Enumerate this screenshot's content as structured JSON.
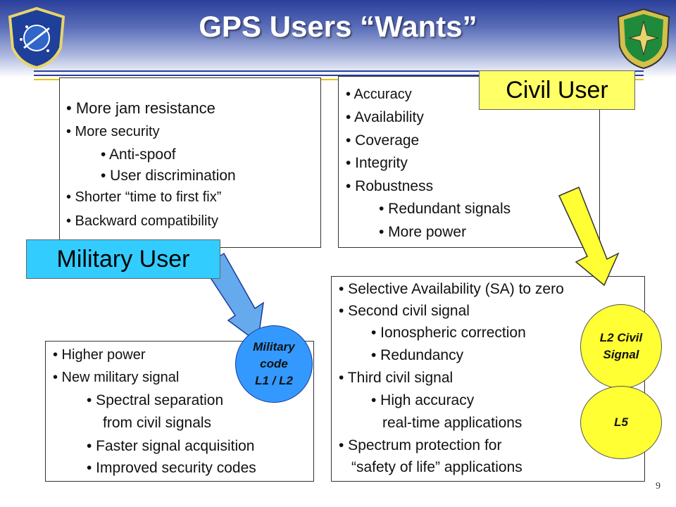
{
  "title": "GPS Users “Wants”",
  "military_box": {
    "items": [
      "•  More jam resistance",
      "• More security",
      "• Anti-spoof",
      "• User discrimination",
      "• Shorter “time to first fix”",
      "• Backward compatibility"
    ]
  },
  "civil_box": {
    "items": [
      "• Accuracy",
      "• Availability",
      "• Coverage",
      "• Integrity",
      "• Robustness",
      "• Redundant signals",
      "• More power"
    ]
  },
  "civil_label": "Civil User",
  "military_label": "Military User",
  "military_solution_box": {
    "items": [
      "• Higher power",
      "• New military signal",
      "• Spectral separation",
      "from civil signals",
      "• Faster signal acquisition",
      "• Improved security codes"
    ]
  },
  "civil_solution_box": {
    "items": [
      "• Selective Availability (SA) to zero",
      "• Second civil signal",
      "• Ionospheric correction",
      "• Redundancy",
      "• Third civil signal",
      "• High accuracy",
      "real-time applications",
      "• Spectrum protection for",
      "“safety of life” applications"
    ]
  },
  "military_code": {
    "line1": "Military",
    "line2": "code",
    "line3": "L1 / L2"
  },
  "l2_civil": {
    "line1": "L2 Civil",
    "line2": "Signal"
  },
  "l5": "L5",
  "page_number": "9",
  "colors": {
    "header": "#2a3f9a",
    "military_label": "#33ccff",
    "civil_label": "#ffff66",
    "circle": "#ffff33",
    "military_code_circle": "#3399ff",
    "civil_arrow": "#ffff33",
    "military_arrow": "#66aaee"
  }
}
